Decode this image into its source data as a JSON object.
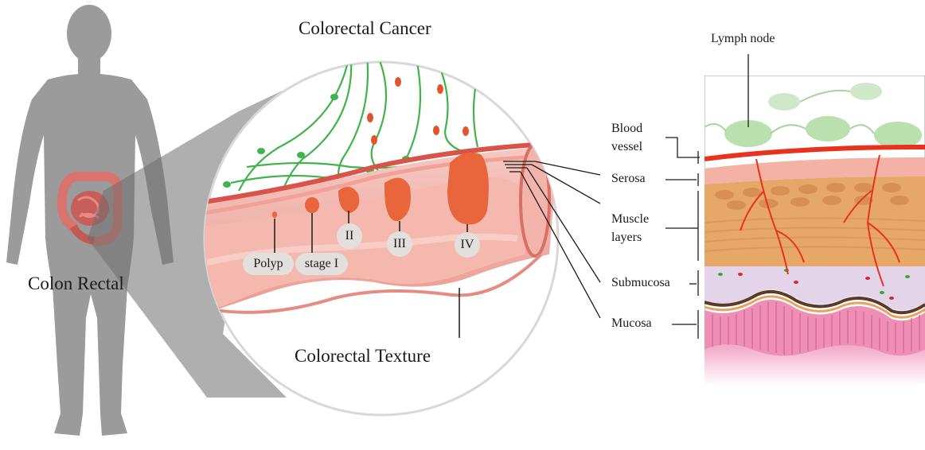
{
  "titles": {
    "colorectal_cancer": "Colorectal Cancer",
    "colorectal_texture": "Colorectal Texture",
    "colon_rectal": "Colon Rectal"
  },
  "stages": {
    "polyp": "Polyp",
    "stage_1": "stage I",
    "stage_2": "II",
    "stage_3": "III",
    "stage_4": "IV"
  },
  "layers": {
    "lymph_node": "Lymph node",
    "blood_vessel_line1": "Blood",
    "blood_vessel_line2": "vessel",
    "serosa": "Serosa",
    "muscle_line1": "Muscle",
    "muscle_line2": "layers",
    "submucosa": "Submucosa",
    "mucosa": "Mucosa"
  },
  "colors": {
    "body_silhouette": "#9a9a9a",
    "colon": "#d9736e",
    "tissue_pink": "#f2b6ad",
    "tumor": "#e9653b",
    "lymph_green": "#4fbf4a",
    "vessel_red": "#e8321e",
    "muscle_tan": "#e7a768",
    "submucosa_lilac": "#e4d4ea",
    "mucosa_pink": "#ef8fb6"
  }
}
